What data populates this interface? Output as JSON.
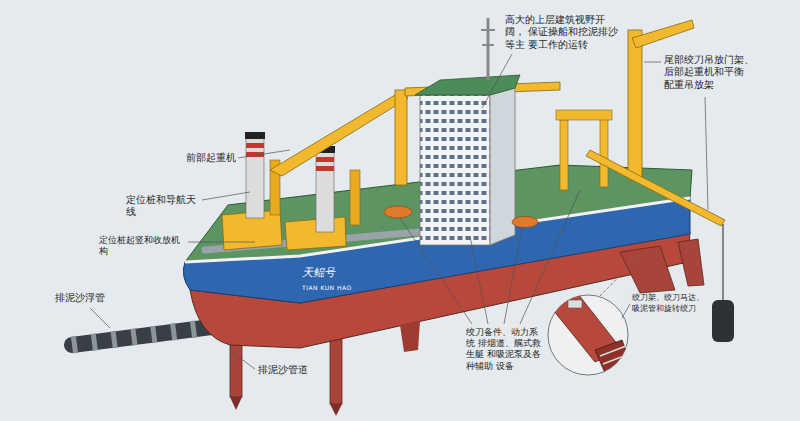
{
  "diagram": {
    "labels": [
      "高大的上层建筑视野开阔， 保证操船和挖泥排沙等主 要工作的运转",
      "尾部绞刀吊放门架、 后部起重机和平衡 配重吊放架",
      "前部起重机",
      "定位桩和导航天线",
      "定位桩起竖和收放机构",
      "排泥沙浮管",
      "排泥沙管道",
      "绞刀备件、动力系统 排烟道、艉式救生艇 和吸泥泵及各种辅助 设备",
      "绞刀架、绞刀马达、 吸泥管和旋转绞刀",
      "天鲲号",
      "TIAN KUN HAO"
    ]
  }
}
